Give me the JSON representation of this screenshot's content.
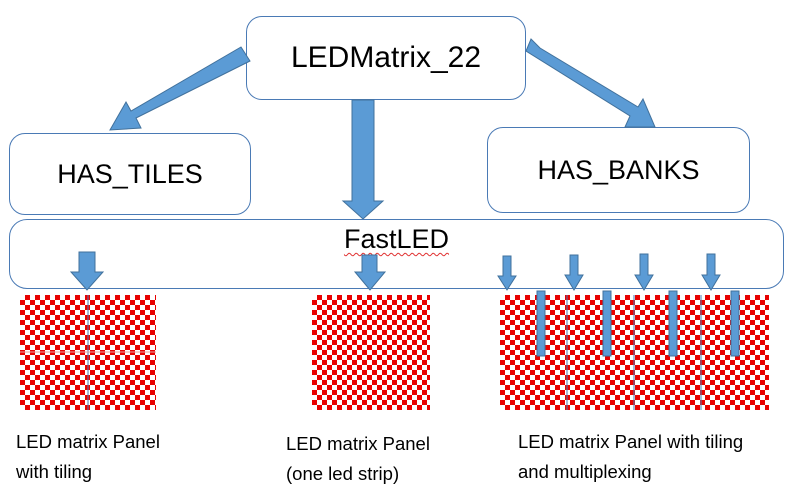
{
  "nodes": {
    "top": "LEDMatrix_22",
    "tiles": "HAS_TILES",
    "banks": "HAS_BANKS",
    "fastled": "FastLED"
  },
  "captions": {
    "tiling": [
      "LED matrix Panel",
      "with tiling"
    ],
    "single": [
      "LED matrix Panel",
      "(one led strip)"
    ],
    "mux": [
      "LED matrix Panel with tiling",
      "and multiplexing"
    ]
  },
  "colors": {
    "box_border": "#4a7ab5",
    "arrow_fill": "#5b9bd5",
    "arrow_stroke": "#41719c",
    "panel_red": "#e80000"
  }
}
